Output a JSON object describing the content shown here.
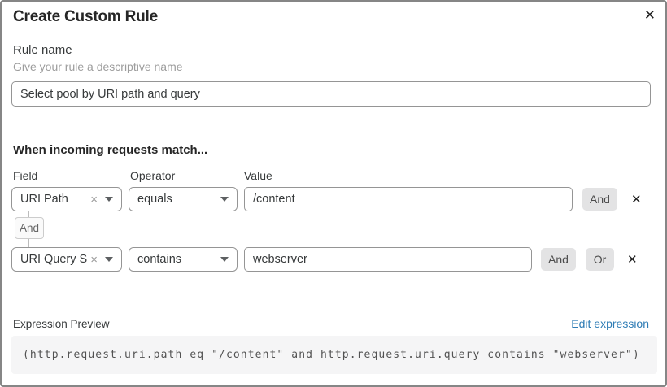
{
  "dialog": {
    "title": "Create Custom Rule",
    "close_icon": "✕"
  },
  "rule_name": {
    "label": "Rule name",
    "hint": "Give your rule a descriptive name",
    "value": "Select pool by URI path and query"
  },
  "matcher": {
    "heading": "When incoming requests match...",
    "column_labels": {
      "field": "Field",
      "operator": "Operator",
      "value": "Value"
    },
    "connector_label": "And",
    "and_label": "And",
    "or_label": "Or",
    "remove_icon": "×",
    "delete_icon": "✕",
    "rows": [
      {
        "field": "URI Path",
        "operator": "equals",
        "value": "/content"
      },
      {
        "field": "URI Query St...",
        "operator": "contains",
        "value": "webserver"
      }
    ]
  },
  "expression": {
    "label": "Expression Preview",
    "edit_link": "Edit expression",
    "code": "(http.request.uri.path eq \"/content\" and http.request.uri.query contains \"webserver\")"
  },
  "colors": {
    "link_blue": "#2e7cb5",
    "button_gray": "#e3e3e4",
    "code_background": "#f5f5f6",
    "border_gray": "#959595"
  }
}
